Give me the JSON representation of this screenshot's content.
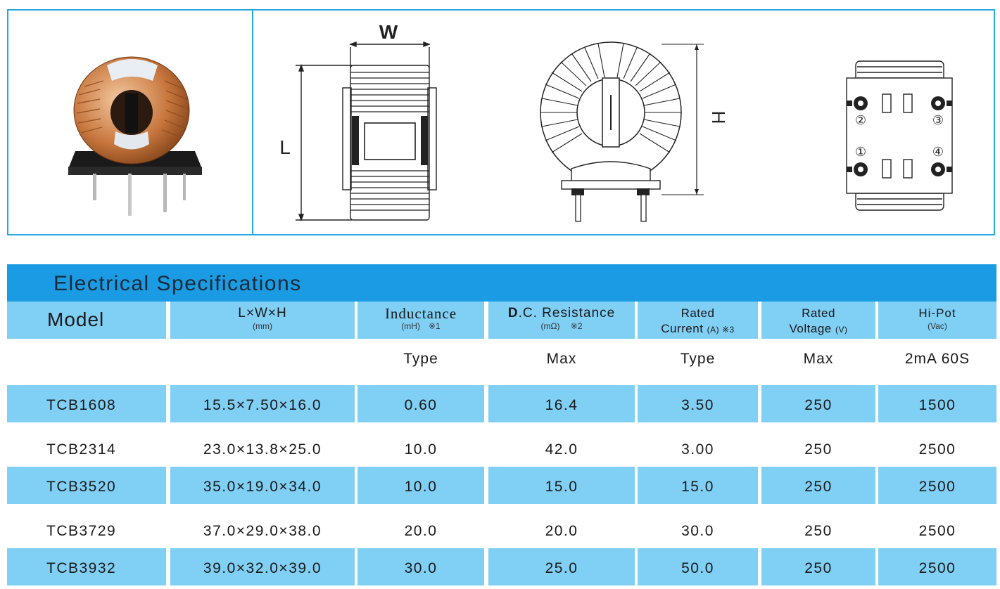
{
  "drawing": {
    "dim_w": "W",
    "dim_l": "L",
    "dim_h": "H",
    "pins": [
      "②",
      "③",
      "①",
      "④"
    ]
  },
  "specs": {
    "title": "Electrical Specifications",
    "headers": {
      "model": "Model",
      "lwh": "L×W×H",
      "lwh_unit": "(mm)",
      "inductance": "Inductance",
      "inductance_unit": "(mH)　※1",
      "dcr_d": "D",
      "dcr_rest": ".C. Resistance",
      "dcr_unit": "(mΩ)　 ※2",
      "current_line1": "Rated",
      "current_line2": "Current",
      "current_unit": "(A) ※3",
      "voltage_line1": "Rated",
      "voltage_line2": "Voltage",
      "voltage_unit": "(V)",
      "hipot": "Hi-Pot",
      "hipot_unit": "(Vac)"
    },
    "qualifiers": [
      "Type",
      "Max",
      "Type",
      "Max",
      "2mA 60S"
    ],
    "rows": [
      {
        "model": "TCB1608",
        "lwh": "15.5×7.50×16.0",
        "inductance": "0.60",
        "dcr": "16.4",
        "current": "3.50",
        "voltage": "250",
        "hipot": "1500"
      },
      {
        "model": "TCB2314",
        "lwh": "23.0×13.8×25.0",
        "inductance": "10.0",
        "dcr": "42.0",
        "current": "3.00",
        "voltage": "250",
        "hipot": "2500"
      },
      {
        "model": "TCB3520",
        "lwh": "35.0×19.0×34.0",
        "inductance": "10.0",
        "dcr": "15.0",
        "current": "15.0",
        "voltage": "250",
        "hipot": "2500"
      },
      {
        "model": "TCB3729",
        "lwh": "37.0×29.0×38.0",
        "inductance": "20.0",
        "dcr": "20.0",
        "current": "30.0",
        "voltage": "250",
        "hipot": "2500"
      },
      {
        "model": "TCB3932",
        "lwh": "39.0×32.0×39.0",
        "inductance": "30.0",
        "dcr": "25.0",
        "current": "50.0",
        "voltage": "250",
        "hipot": "2500"
      }
    ]
  }
}
